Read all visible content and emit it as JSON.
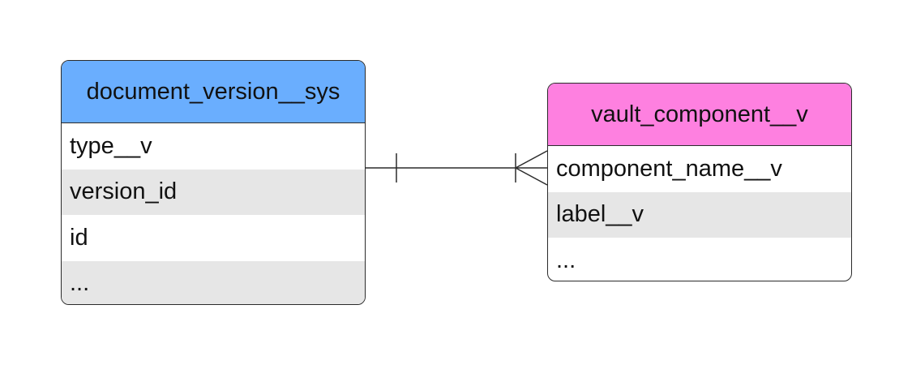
{
  "colors": {
    "left_header": "#6aaefe",
    "right_header": "#fe80e0",
    "shaded_row": "#e6e6e6",
    "border": "#2b2b2b"
  },
  "entities": {
    "left": {
      "title": "document_version__sys",
      "fields": [
        "type__v",
        "version_id",
        "id",
        "..."
      ]
    },
    "right": {
      "title": "vault_component__v",
      "fields": [
        "component_name__v",
        "label__v",
        "..."
      ]
    }
  },
  "relationship": {
    "from_cardinality": "exactly-one",
    "to_cardinality": "one-or-many"
  }
}
